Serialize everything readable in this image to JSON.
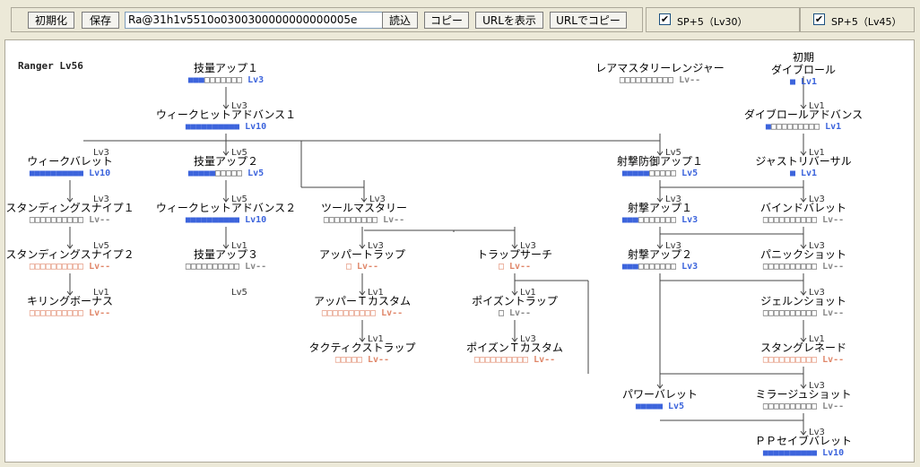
{
  "toolbar": {
    "reset_label": "初期化",
    "save_label": "保存",
    "code_value": "Ra@31h1v5510o0300300000000000005e",
    "load_label": "読込",
    "copy_label": "コピー",
    "show_url_label": "URLを表示",
    "copy_url_label": "URLでコピー"
  },
  "options": [
    {
      "label": "SP+5（Lv30）",
      "checked": true
    },
    {
      "label": "SP+5（Lv45）",
      "checked": true
    }
  ],
  "tree_title": "Ranger Lv56",
  "nodes": [
    {
      "id": "n1",
      "name": "技量アップ１",
      "filled": 3,
      "total": 10,
      "lv": "Lv3",
      "state": "active"
    },
    {
      "id": "n2",
      "name": "ウィークヒットアドバンス１",
      "filled": 10,
      "total": 10,
      "lv": "Lv10",
      "state": "active"
    },
    {
      "id": "n3",
      "name": "ウィークバレット",
      "filled": 10,
      "total": 10,
      "lv": "Lv10",
      "state": "active"
    },
    {
      "id": "n4",
      "name": "技量アップ２",
      "filled": 5,
      "total": 10,
      "lv": "Lv5",
      "state": "active"
    },
    {
      "id": "n5",
      "name": "スタンディングスナイプ１",
      "filled": 0,
      "total": 10,
      "lv": "Lv--",
      "state": "inactive"
    },
    {
      "id": "n6",
      "name": "ウィークヒットアドバンス２",
      "filled": 10,
      "total": 10,
      "lv": "Lv10",
      "state": "active"
    },
    {
      "id": "n7",
      "name": "ツールマスタリー",
      "filled": 0,
      "total": 10,
      "lv": "Lv--",
      "state": "inactive"
    },
    {
      "id": "n8",
      "name": "スタンディングスナイプ２",
      "filled": 0,
      "total": 10,
      "lv": "Lv--",
      "state": "locked"
    },
    {
      "id": "n9",
      "name": "技量アップ３",
      "filled": 0,
      "total": 10,
      "lv": "Lv--",
      "state": "inactive"
    },
    {
      "id": "n10",
      "name": "アッパートラップ",
      "filled": 0,
      "total": 1,
      "lv": "Lv--",
      "state": "locked"
    },
    {
      "id": "n11",
      "name": "トラップサーチ",
      "filled": 0,
      "total": 1,
      "lv": "Lv--",
      "state": "locked"
    },
    {
      "id": "n12",
      "name": "キリングボーナス",
      "filled": 0,
      "total": 10,
      "lv": "Lv--",
      "state": "locked"
    },
    {
      "id": "n13",
      "name": "アッパーＴカスタム",
      "filled": 0,
      "total": 10,
      "lv": "Lv--",
      "state": "locked"
    },
    {
      "id": "n14",
      "name": "ポイズントラップ",
      "filled": 0,
      "total": 1,
      "lv": "Lv--",
      "state": "inactive"
    },
    {
      "id": "n15",
      "name": "タクティクストラップ",
      "filled": 0,
      "total": 5,
      "lv": "Lv--",
      "state": "locked"
    },
    {
      "id": "n16",
      "name": "ポイズンＴカスタム",
      "filled": 0,
      "total": 10,
      "lv": "Lv--",
      "state": "locked"
    },
    {
      "id": "n17",
      "name": "レアマスタリーレンジャー",
      "filled": 0,
      "total": 10,
      "lv": "Lv--",
      "state": "inactive"
    },
    {
      "id": "n18",
      "name": "射撃防御アップ１",
      "filled": 5,
      "total": 10,
      "lv": "Lv5",
      "state": "active"
    },
    {
      "id": "n19",
      "name": "射撃アップ１",
      "filled": 3,
      "total": 10,
      "lv": "Lv3",
      "state": "active"
    },
    {
      "id": "n20",
      "name": "射撃アップ２",
      "filled": 3,
      "total": 10,
      "lv": "Lv3",
      "state": "active"
    },
    {
      "id": "n21",
      "name": "パワーバレット",
      "filled": 5,
      "total": 5,
      "lv": "Lv5",
      "state": "active"
    },
    {
      "id": "n22",
      "name": "初期\nダイブロール",
      "filled": 1,
      "total": 1,
      "lv": "Lv1",
      "state": "active"
    },
    {
      "id": "n23",
      "name": "ダイブロールアドバンス",
      "filled": 1,
      "total": 10,
      "lv": "Lv1",
      "state": "active"
    },
    {
      "id": "n24",
      "name": "ジャストリバーサル",
      "filled": 1,
      "total": 1,
      "lv": "Lv1",
      "state": "active"
    },
    {
      "id": "n25",
      "name": "バインドバレット",
      "filled": 0,
      "total": 10,
      "lv": "Lv--",
      "state": "inactive"
    },
    {
      "id": "n26",
      "name": "パニックショット",
      "filled": 0,
      "total": 10,
      "lv": "Lv--",
      "state": "inactive"
    },
    {
      "id": "n27",
      "name": "ジェルンショット",
      "filled": 0,
      "total": 10,
      "lv": "Lv--",
      "state": "inactive"
    },
    {
      "id": "n28",
      "name": "スタングレネード",
      "filled": 0,
      "total": 10,
      "lv": "Lv--",
      "state": "locked"
    },
    {
      "id": "n29",
      "name": "ミラージュショット",
      "filled": 0,
      "total": 10,
      "lv": "Lv--",
      "state": "inactive"
    },
    {
      "id": "n30",
      "name": "ＰＰセイブバレット",
      "filled": 10,
      "total": 10,
      "lv": "Lv10",
      "state": "active"
    }
  ],
  "requirements": [
    {
      "id": "r1",
      "text": "Lv3"
    },
    {
      "id": "r2",
      "text": "Lv5"
    },
    {
      "id": "r3",
      "text": "Lv3"
    },
    {
      "id": "r4",
      "text": "Lv5"
    },
    {
      "id": "r5",
      "text": "Lv3"
    },
    {
      "id": "r6",
      "text": "Lv1"
    },
    {
      "id": "r7",
      "text": "Lv5"
    },
    {
      "id": "r8",
      "text": "Lv5"
    },
    {
      "id": "r9",
      "text": "Lv1"
    },
    {
      "id": "r10",
      "text": "Lv3"
    },
    {
      "id": "r11",
      "text": "Lv3"
    },
    {
      "id": "r12",
      "text": "Lv1"
    },
    {
      "id": "r13",
      "text": "Lv1"
    },
    {
      "id": "r14",
      "text": "Lv3"
    },
    {
      "id": "r15",
      "text": "Lv1"
    },
    {
      "id": "r16",
      "text": "Lv3"
    },
    {
      "id": "r17",
      "text": "Lv5"
    },
    {
      "id": "r18",
      "text": "Lv3"
    },
    {
      "id": "r19",
      "text": "Lv3"
    },
    {
      "id": "r20",
      "text": "Lv1"
    },
    {
      "id": "r21",
      "text": "Lv1"
    },
    {
      "id": "r22",
      "text": "Lv3"
    },
    {
      "id": "r23",
      "text": "Lv3"
    },
    {
      "id": "r24",
      "text": "Lv3"
    },
    {
      "id": "r25",
      "text": "Lv1"
    },
    {
      "id": "r26",
      "text": "Lv3"
    },
    {
      "id": "r27",
      "text": "Lv3"
    }
  ]
}
